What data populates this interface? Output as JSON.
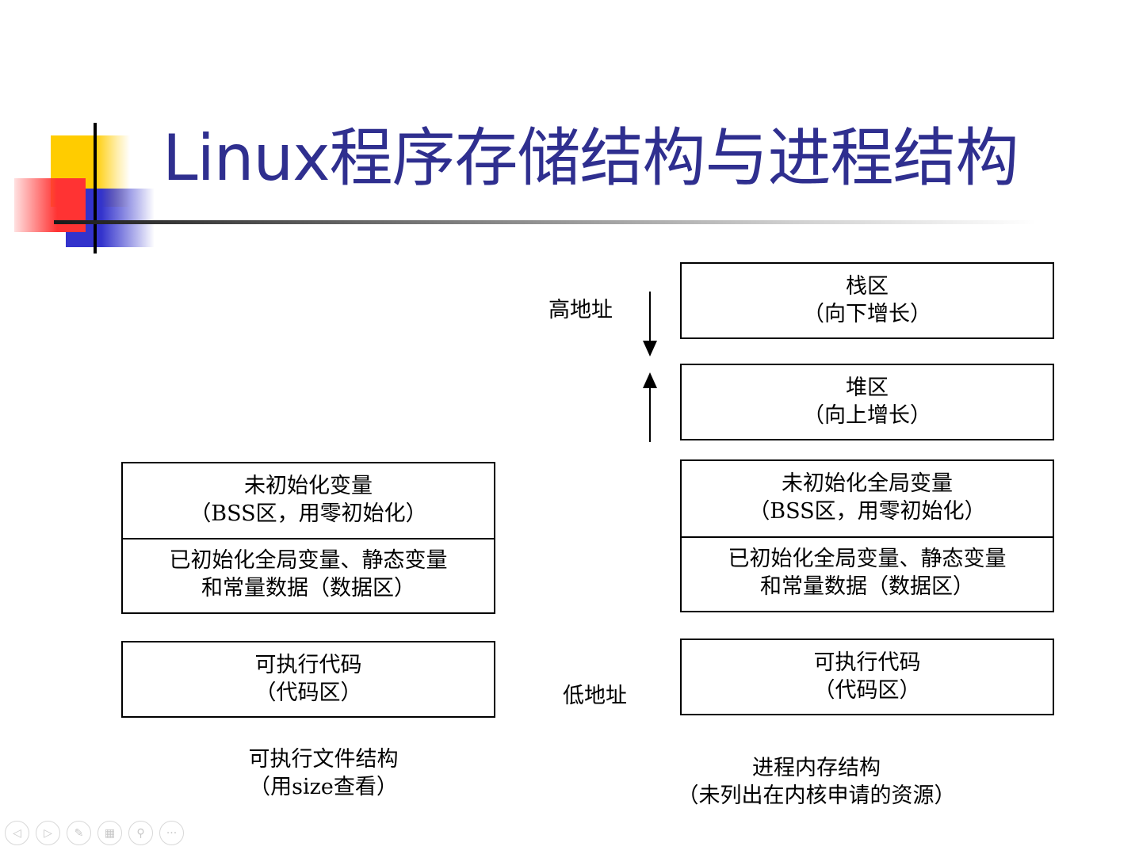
{
  "title": "Linux程序存储结构与进程结构",
  "decoration": {
    "yellow": "#ffcc00",
    "red": "#ff3333",
    "blue": "#3333cc",
    "title_color": "#2f2f8f"
  },
  "left": {
    "bss": {
      "line1": "未初始化变量",
      "line2": "（BSS区，用零初始化）"
    },
    "data": {
      "line1": "已初始化全局变量、静态变量",
      "line2": "和常量数据（数据区）"
    },
    "code": {
      "line1": "可执行代码",
      "line2": "（代码区）"
    },
    "caption": {
      "line1": "可执行文件结构",
      "line2": "（用size查看）"
    }
  },
  "right": {
    "stack": {
      "line1": "栈区",
      "line2": "（向下增长）"
    },
    "heap": {
      "line1": "堆区",
      "line2": "（向上增长）"
    },
    "bss": {
      "line1": "未初始化全局变量",
      "line2": "（BSS区，用零初始化）"
    },
    "data": {
      "line1": "已初始化全局变量、静态变量",
      "line2": "和常量数据（数据区）"
    },
    "code": {
      "line1": "可执行代码",
      "line2": "（代码区）"
    },
    "caption": {
      "line1": "进程内存结构",
      "line2": "（未列出在内核申请的资源）"
    }
  },
  "labels": {
    "high_address": "高地址",
    "low_address": "低地址"
  },
  "toolbar": {
    "icons": [
      "previous-icon",
      "next-icon",
      "pen-icon",
      "slides-icon",
      "zoom-icon",
      "more-icon"
    ],
    "glyphs": [
      "◁",
      "▷",
      "✎",
      "▦",
      "⚲",
      "···"
    ]
  }
}
